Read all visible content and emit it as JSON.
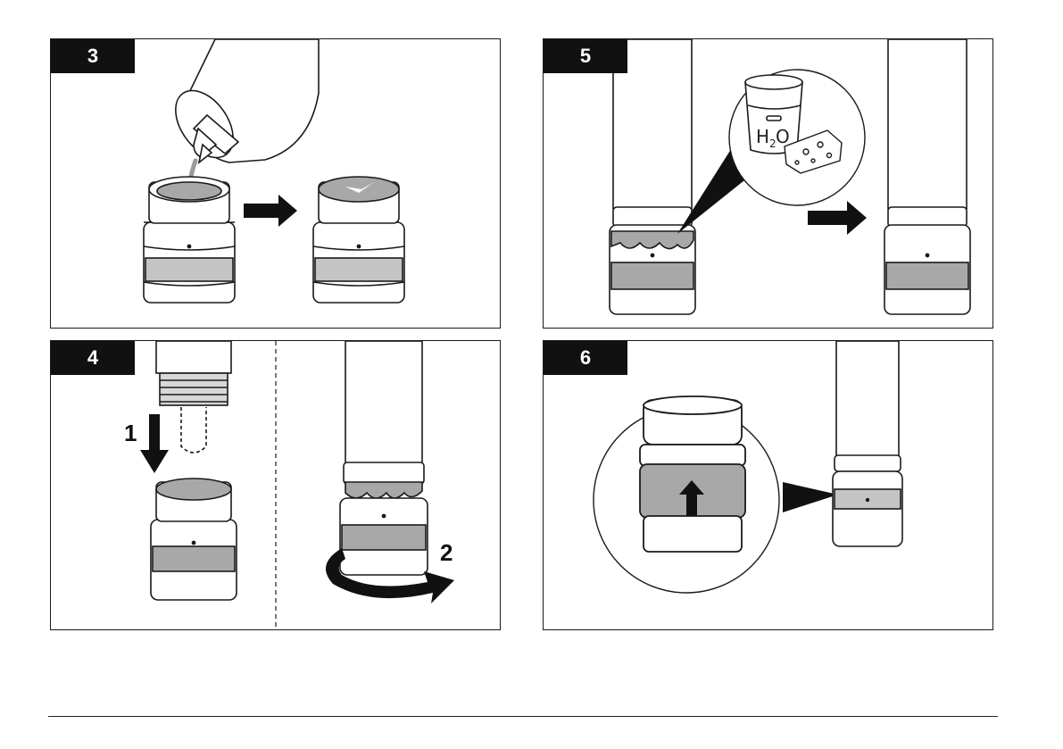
{
  "steps": [
    {
      "number": "3"
    },
    {
      "number": "4",
      "sub_labels": [
        "1",
        "2"
      ]
    },
    {
      "number": "5",
      "chemical_formula": {
        "main": "H",
        "subscript": "2",
        "end": "O"
      }
    },
    {
      "number": "6"
    }
  ],
  "colors": {
    "badge": "#111111",
    "gel": "#a8a8a8",
    "band": "#c4c4c4",
    "line": "#1a1a1a"
  }
}
